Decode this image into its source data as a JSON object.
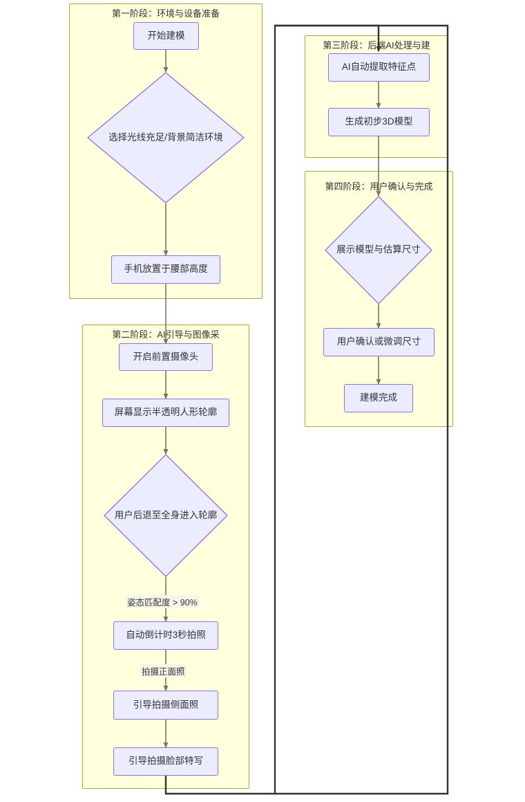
{
  "diagram": {
    "type": "flowchart",
    "direction": "top-down",
    "title_visible": false,
    "colors": {
      "cluster_fill": "#ffffde",
      "cluster_stroke": "#aaaa33",
      "node_fill": "#ececff",
      "node_stroke": "#9370db",
      "edge_stroke": "#777766",
      "link_stroke": "#333333",
      "text": "#333333"
    }
  },
  "clusters": [
    {
      "id": "phase1",
      "title": "第一阶段：环境与设备准备"
    },
    {
      "id": "phase2",
      "title": "第二阶段：AI引导与图像采"
    },
    {
      "id": "phase3",
      "title": "第三阶段：后端AI处理与建"
    },
    {
      "id": "phase4",
      "title": "第四阶段：用户确认与完成"
    }
  ],
  "nodes": [
    {
      "id": "n1",
      "cluster": "phase1",
      "shape": "rect",
      "label": "开始建模"
    },
    {
      "id": "n2",
      "cluster": "phase1",
      "shape": "diamond",
      "label": "选择光线充足/背景简洁环境"
    },
    {
      "id": "n3",
      "cluster": "phase1",
      "shape": "rect",
      "label": "手机放置于腰部高度"
    },
    {
      "id": "n4",
      "cluster": "phase2",
      "shape": "rect",
      "label": "开启前置摄像头"
    },
    {
      "id": "n5",
      "cluster": "phase2",
      "shape": "rect",
      "label": "屏幕显示半透明人形轮廓"
    },
    {
      "id": "n6",
      "cluster": "phase2",
      "shape": "diamond",
      "label": "用户后退至全身进入轮廓"
    },
    {
      "id": "n7",
      "cluster": "phase2",
      "shape": "rect",
      "label": "自动倒计时3秒拍照"
    },
    {
      "id": "n8",
      "cluster": "phase2",
      "shape": "rect",
      "label": "引导拍摄侧面照"
    },
    {
      "id": "n9",
      "cluster": "phase2",
      "shape": "rect",
      "label": "引导拍摄脸部特写"
    },
    {
      "id": "n10",
      "cluster": "phase3",
      "shape": "rect",
      "label": "AI自动提取特征点"
    },
    {
      "id": "n11",
      "cluster": "phase3",
      "shape": "rect",
      "label": "生成初步3D模型"
    },
    {
      "id": "n12",
      "cluster": "phase4",
      "shape": "diamond",
      "label": "展示模型与估算尺寸"
    },
    {
      "id": "n13",
      "cluster": "phase4",
      "shape": "rect",
      "label": "用户确认或微调尺寸"
    },
    {
      "id": "n14",
      "cluster": "phase4",
      "shape": "rect",
      "label": "建模完成"
    }
  ],
  "edge_labels": [
    {
      "id": "e6_7",
      "from": "n6",
      "to": "n7",
      "label": "姿态匹配度 > 90%"
    },
    {
      "id": "e7_8",
      "from": "n7",
      "to": "n8",
      "label": "拍摄正面照"
    }
  ],
  "edges": [
    {
      "from": "n1",
      "to": "n2",
      "label": ""
    },
    {
      "from": "n2",
      "to": "n3",
      "label": ""
    },
    {
      "from": "n3",
      "to": "n4",
      "label": ""
    },
    {
      "from": "n4",
      "to": "n5",
      "label": ""
    },
    {
      "from": "n5",
      "to": "n6",
      "label": ""
    },
    {
      "from": "n6",
      "to": "n7",
      "label": "姿态匹配度 > 90%"
    },
    {
      "from": "n7",
      "to": "n8",
      "label": "拍摄正面照"
    },
    {
      "from": "n8",
      "to": "n9",
      "label": ""
    },
    {
      "from": "n9",
      "to": "n10",
      "label": ""
    },
    {
      "from": "n10",
      "to": "n11",
      "label": ""
    },
    {
      "from": "n11",
      "to": "n12",
      "label": ""
    },
    {
      "from": "n12",
      "to": "n13",
      "label": ""
    },
    {
      "from": "n13",
      "to": "n14",
      "label": ""
    }
  ]
}
